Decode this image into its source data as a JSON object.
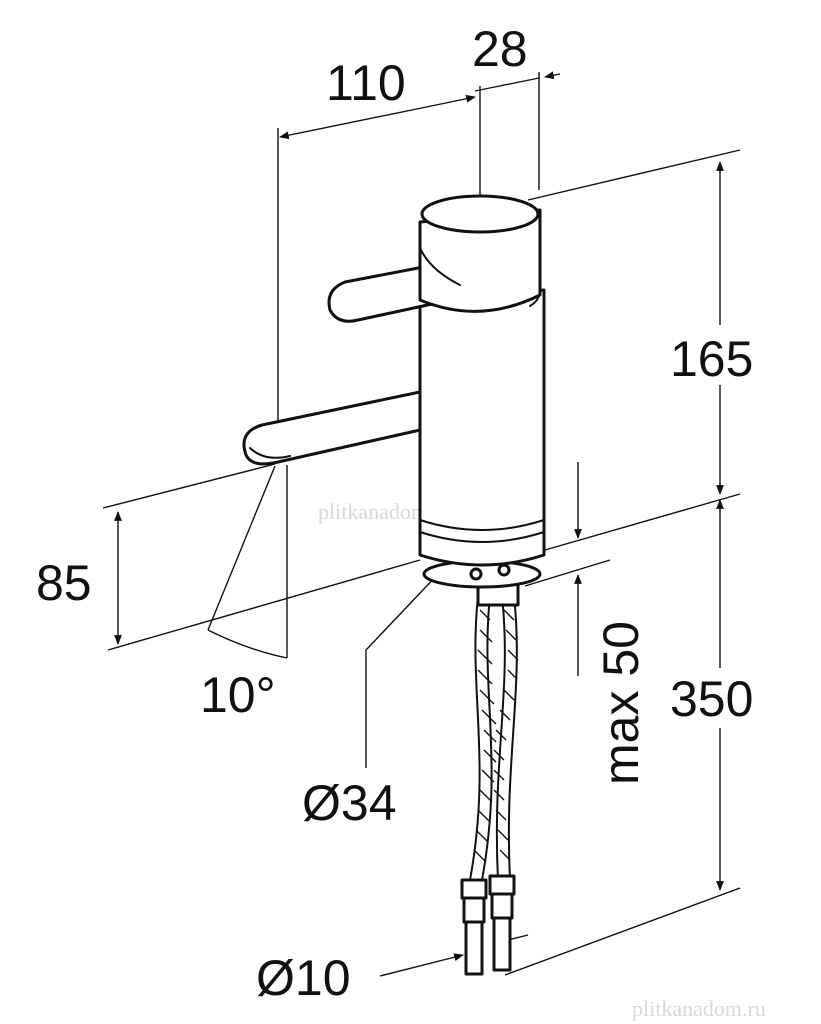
{
  "dimensions": {
    "spout_reach": "110",
    "body_diameter": "28",
    "body_height": "165",
    "spout_height": "85",
    "angle": "10°",
    "base_diameter": "Ø34",
    "max_thickness": "max 50",
    "hose_length": "350",
    "hose_diameter": "Ø10"
  },
  "watermarks": {
    "center": "plitkanadom.ru",
    "corner": "plitkanadom.ru"
  },
  "colors": {
    "line": "#111111",
    "background": "#ffffff",
    "watermark": "#d8d8d8"
  }
}
